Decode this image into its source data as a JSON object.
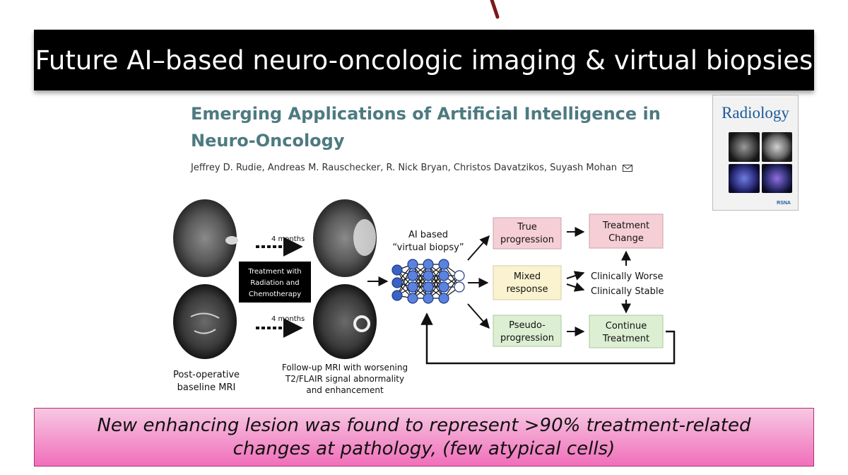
{
  "slide": {
    "title": "Future AI–based neuro-oncologic imaging & virtual biopsies",
    "banner_line1": "New enhancing lesion was found to represent >90% treatment-related",
    "banner_line2": "changes at pathology, (few atypical cells)"
  },
  "paper": {
    "title_line1": "Emerging Applications of Artificial Intelligence in",
    "title_line2": "Neuro-Oncology",
    "authors": "Jeffrey D. Rudie, Andreas M. Rauschecker, R. Nick Bryan, Christos Davatzikos, Suyash Mohan"
  },
  "journal": {
    "name": "Radiology",
    "publisher": "RSNA"
  },
  "diagram": {
    "interval_top": "4 months",
    "interval_bottom": "4 months",
    "treatment": [
      "Treatment with",
      "Radiation and",
      "Chemotherapy"
    ],
    "baseline": [
      "Post-operative",
      "baseline MRI"
    ],
    "followup": [
      "Follow-up MRI with worsening",
      "T2/FLAIR signal abnormality",
      "and enhancement"
    ],
    "ai": [
      "AI based",
      "“virtual biopsy”"
    ],
    "true_progression": [
      "True",
      "progression"
    ],
    "mixed_response": [
      "Mixed",
      "response"
    ],
    "pseudoprogression": [
      "Pseudo-",
      "progression"
    ],
    "treatment_change": [
      "Treatment",
      "Change"
    ],
    "clinically_worse": "Clinically Worse",
    "clinically_stable": "Clinically Stable",
    "continue_treatment": [
      "Continue",
      "Treatment"
    ],
    "colors": {
      "pink_box": "#f6cfd6",
      "yellow_box": "#fbf3cf",
      "green_box": "#dcefd3",
      "node": "#3b63c4"
    }
  }
}
